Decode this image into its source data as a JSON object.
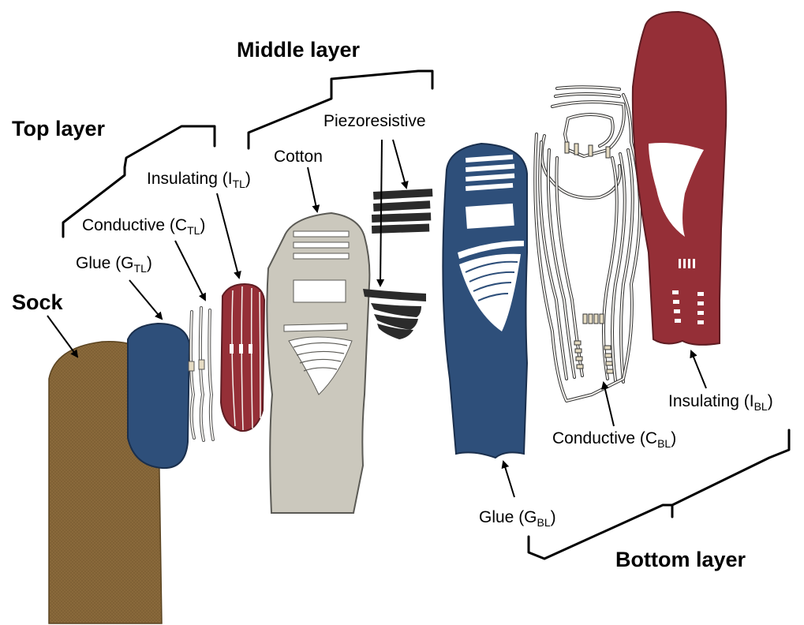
{
  "groups": {
    "top": "Top layer",
    "middle": "Middle layer",
    "bottom": "Bottom layer",
    "sock": "Sock"
  },
  "labels": {
    "insulating_tl": {
      "main": "Insulating (I",
      "sub": "TL",
      "close": ")"
    },
    "conductive_tl": {
      "main": "Conductive (C",
      "sub": "TL",
      "close": ")"
    },
    "glue_tl": {
      "main": "Glue (G",
      "sub": "TL",
      "close": ")"
    },
    "cotton": "Cotton",
    "piezoresistive": "Piezoresistive",
    "insulating_bl": {
      "main": "Insulating (I",
      "sub": "BL",
      "close": ")"
    },
    "conductive_bl": {
      "main": "Conductive (C",
      "sub": "BL",
      "close": ")"
    },
    "glue_bl": {
      "main": "Glue (G",
      "sub": "BL",
      "close": ")"
    }
  },
  "colors": {
    "sock": "#8a6a3c",
    "glue": "#2e4f7a",
    "insulating": "#952f37",
    "cotton": "#cbc8bd",
    "piezo": "#2b2b2b",
    "conductive_bg": "#f4f2ee",
    "pad": "#e6dcc3"
  }
}
